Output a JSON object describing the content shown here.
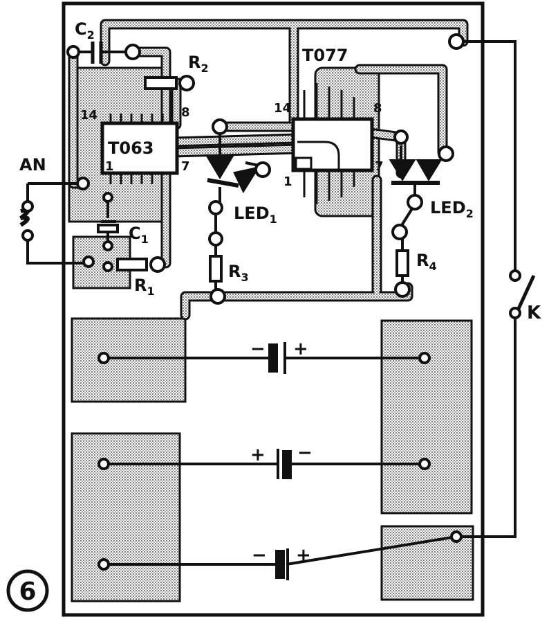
{
  "colors": {
    "ink": "#111111",
    "paper": "#ffffff",
    "copper": "#b8b8b8"
  },
  "labels": {
    "c2": "C",
    "c2_sub": "2",
    "r2": "R",
    "r2_sub": "2",
    "ic1": "T063",
    "ic2": "T077",
    "an": "AN",
    "c1": "C",
    "c1_sub": "1",
    "r1": "R",
    "r1_sub": "1",
    "led1": "LED",
    "led1_sub": "1",
    "led2": "LED",
    "led2_sub": "2",
    "r3": "R",
    "r3_sub": "3",
    "r4": "R",
    "r4_sub": "4",
    "k": "K",
    "ic1_pin14": "14",
    "ic1_pin8": "8",
    "ic1_pin1": "1",
    "ic1_pin7": "7",
    "ic2_pin14": "14",
    "ic2_pin8": "8",
    "ic2_pin1": "1",
    "ic2_pin7": "7",
    "bat1_minus": "−",
    "bat1_plus": "+",
    "bat2_plus": "+",
    "bat2_minus": "−",
    "bat3_minus": "−",
    "bat3_plus": "+",
    "figure_number": "6"
  }
}
